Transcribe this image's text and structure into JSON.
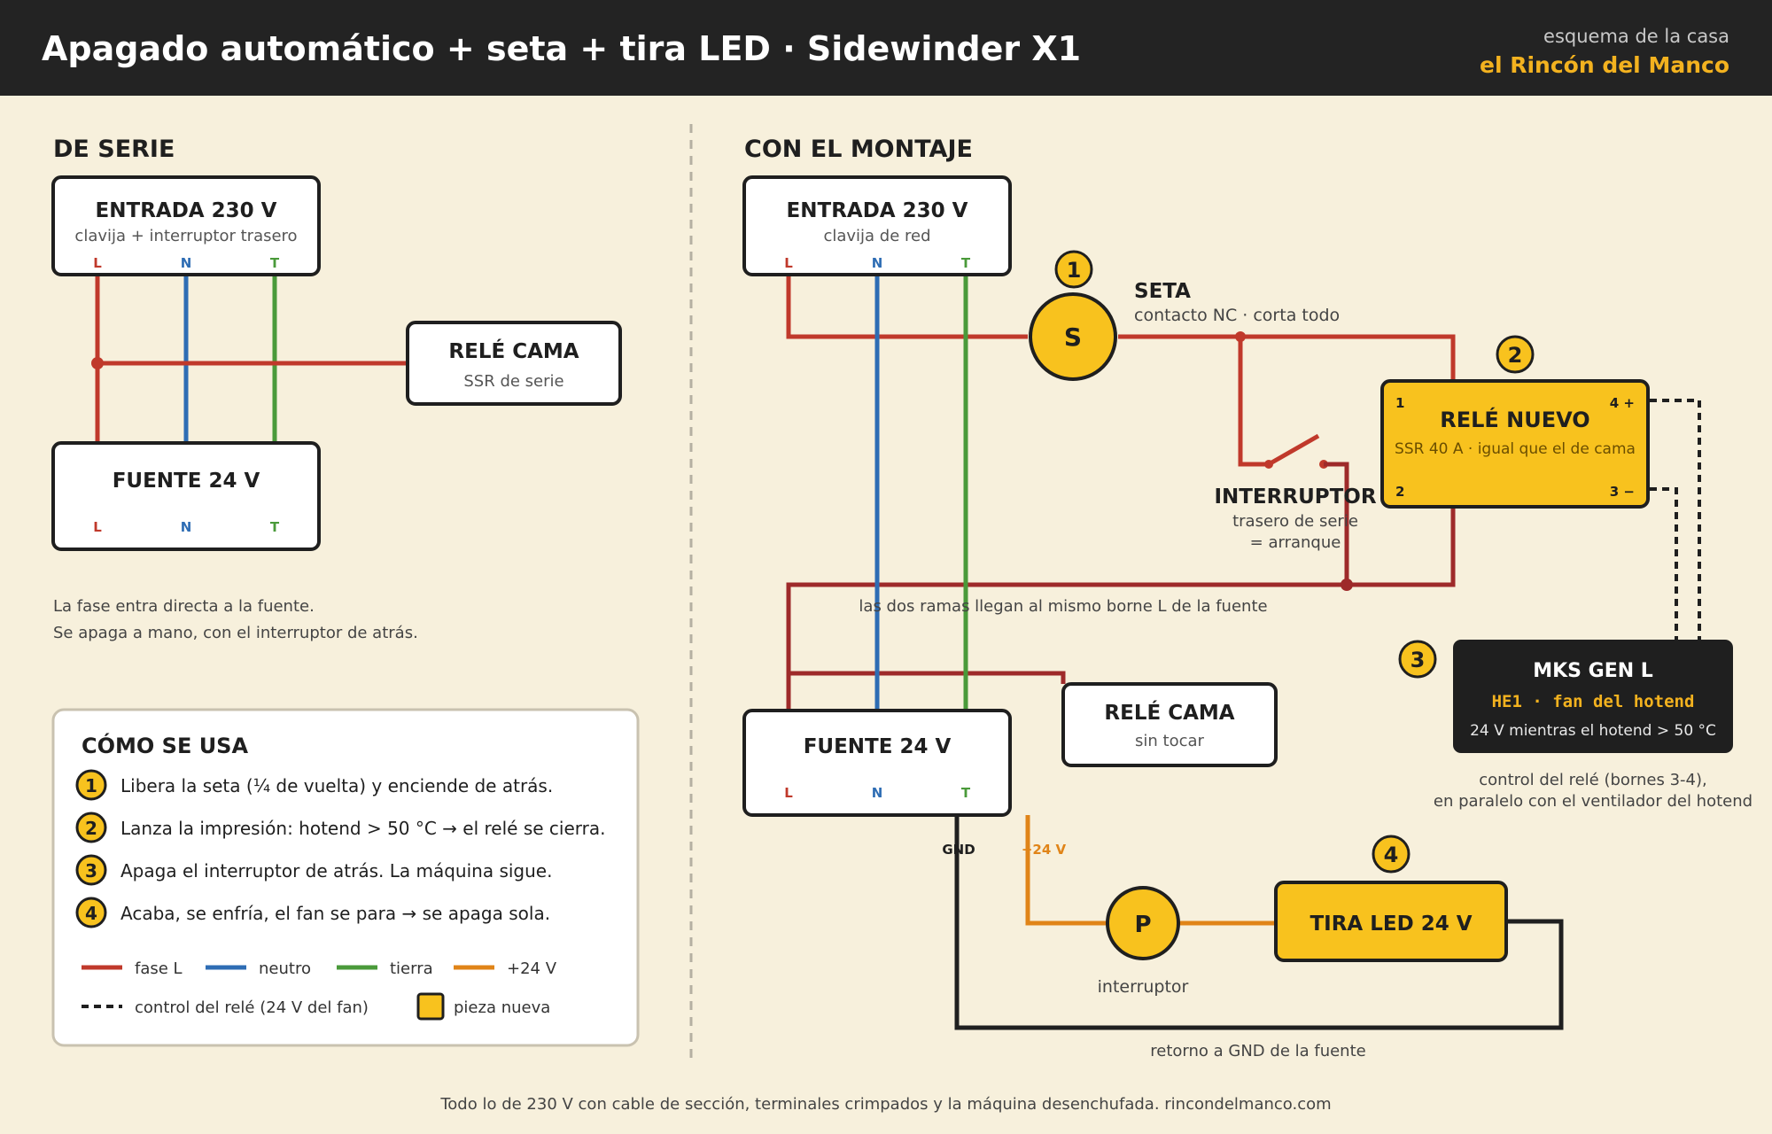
{
  "header": {
    "title": "Apagado automático + seta + tira LED · Sidewinder X1",
    "brand_top": "esquema de la casa",
    "brand_name": "el Rincón del Manco"
  },
  "colors": {
    "background": "#f7f0dc",
    "header_bg": "#232323",
    "brand_accent": "#f3b21f",
    "fase_l": "#c0392b",
    "fase_l_dark": "#9e2a2a",
    "neutro": "#2e6db4",
    "tierra": "#4a9a3a",
    "v24": "#e08418",
    "new_part_fill": "#f8c21e",
    "dark_box": "#1f1f1f"
  },
  "left": {
    "section_title": "DE SERIE",
    "entrada": {
      "title": "ENTRADA 230 V",
      "subtitle": "clavija + interruptor trasero",
      "term_l": "L",
      "term_n": "N",
      "term_t": "T"
    },
    "rele_cama": {
      "title": "RELÉ CAMA",
      "subtitle": "SSR de serie"
    },
    "fuente": {
      "title": "FUENTE 24 V",
      "term_l": "L",
      "term_n": "N",
      "term_t": "T"
    },
    "note_line1": "La fase entra directa a la fuente.",
    "note_line2": "Se apaga a mano, con el interruptor de atrás."
  },
  "howto": {
    "title": "CÓMO SE USA",
    "steps": [
      {
        "num": "1",
        "text": "Libera la seta (¼ de vuelta) y enciende de atrás."
      },
      {
        "num": "2",
        "text": "Lanza la impresión: hotend > 50 °C → el relé se cierra."
      },
      {
        "num": "3",
        "text": "Apaga el interruptor de atrás. La máquina sigue."
      },
      {
        "num": "4",
        "text": "Acaba, se enfría, el fan se para → se apaga sola."
      }
    ],
    "legend": {
      "fase": "fase L",
      "neutro": "neutro",
      "tierra": "tierra",
      "v24": "+24 V",
      "control": "control del relé (24 V del fan)",
      "nueva": "pieza nueva"
    }
  },
  "right": {
    "section_title": "CON EL MONTAJE",
    "entrada": {
      "title": "ENTRADA 230 V",
      "subtitle": "clavija de red",
      "term_l": "L",
      "term_n": "N",
      "term_t": "T"
    },
    "seta": {
      "badge": "1",
      "symbol": "S",
      "title": "SETA",
      "subtitle": "contacto NC · corta todo"
    },
    "rele_nuevo": {
      "badge": "2",
      "title": "RELÉ NUEVO",
      "subtitle": "SSR 40 A · igual que el de cama",
      "pin1": "1",
      "pin2": "2",
      "pin3": "3 −",
      "pin4": "4 +"
    },
    "interruptor": {
      "title": "INTERRUPTOR",
      "line1": "trasero de serie",
      "line2": "= arranque"
    },
    "ramas_note": "las dos ramas llegan al mismo borne L de la fuente",
    "mks": {
      "badge": "3",
      "title": "MKS GEN L",
      "code": "HE1 · fan del hotend",
      "subtitle": "24 V mientras el hotend > 50 °C"
    },
    "mks_note_line1": "control del relé (bornes 3-4),",
    "mks_note_line2": "en paralelo con el ventilador del hotend",
    "rele_cama": {
      "title": "RELÉ CAMA",
      "subtitle": "sin tocar"
    },
    "fuente": {
      "title": "FUENTE 24 V",
      "term_l": "L",
      "term_n": "N",
      "term_t": "T",
      "gnd": "GND",
      "v24": "+24 V"
    },
    "pulsador": {
      "symbol": "P",
      "label": "interruptor"
    },
    "tira": {
      "badge": "4",
      "title": "TIRA LED 24 V"
    },
    "retorno": "retorno a GND de la fuente"
  },
  "footer": "Todo lo de 230 V con cable de sección, terminales crimpados y la máquina desenchufada. rincondelmanco.com"
}
